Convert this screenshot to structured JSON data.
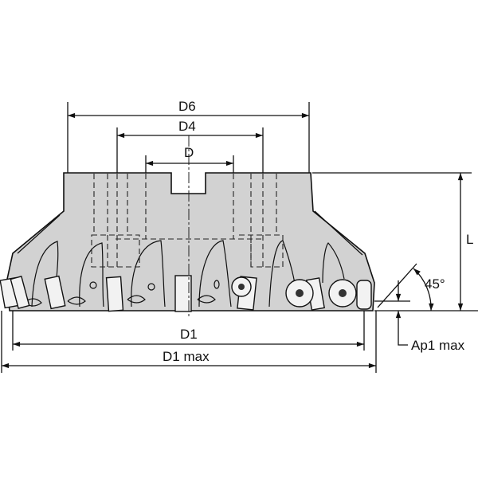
{
  "title": "Face mill cutter dimension drawing",
  "labels": {
    "d6": "D6",
    "d4": "D4",
    "d": "D",
    "d1": "D1",
    "d1_max": "D1 max",
    "l": "L",
    "angle": "45°",
    "ap1_max": "Ap1 max"
  },
  "colors": {
    "body": "#d2d2d2",
    "line": "#111111"
  }
}
